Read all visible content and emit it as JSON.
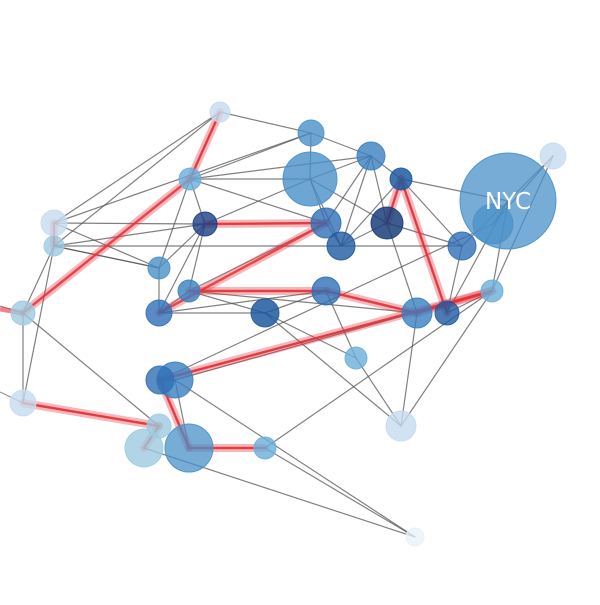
{
  "network": {
    "highlight_color": "#e8313a",
    "edge_color": "#555555",
    "node_label": "NYC",
    "nodes": [
      {
        "id": "n1"
      },
      {
        "id": "n2"
      },
      {
        "id": "n3"
      },
      {
        "id": "n4"
      },
      {
        "id": "n5"
      },
      {
        "id": "n6"
      },
      {
        "id": "n7"
      },
      {
        "id": "n8"
      },
      {
        "id": "n9"
      },
      {
        "id": "n10"
      },
      {
        "id": "n11"
      },
      {
        "id": "n12"
      },
      {
        "id": "n13"
      },
      {
        "id": "n14"
      },
      {
        "id": "n15"
      },
      {
        "id": "n16"
      },
      {
        "id": "n17"
      },
      {
        "id": "n18"
      },
      {
        "id": "n19"
      },
      {
        "id": "n20"
      },
      {
        "id": "n21"
      },
      {
        "id": "n22"
      },
      {
        "id": "n23"
      },
      {
        "id": "n24"
      },
      {
        "id": "n25"
      },
      {
        "id": "n26"
      },
      {
        "id": "n27"
      },
      {
        "id": "n28"
      },
      {
        "id": "n29"
      },
      {
        "id": "n30"
      },
      {
        "id": "n31"
      },
      {
        "id": "n32"
      },
      {
        "id": "n33"
      },
      {
        "id": "n34"
      },
      {
        "id": "n35"
      }
    ],
    "edges": [
      [
        "n1",
        "n2"
      ],
      [
        "n1",
        "n4"
      ],
      [
        "n1",
        "n5"
      ],
      [
        "n1",
        "n3"
      ],
      [
        "n2",
        "n3"
      ],
      [
        "n2",
        "n4"
      ],
      [
        "n2",
        "n7"
      ],
      [
        "n2",
        "n6"
      ],
      [
        "n3",
        "n6"
      ],
      [
        "n3",
        "n7"
      ],
      [
        "n3",
        "n8"
      ],
      [
        "n3",
        "n9"
      ],
      [
        "n3",
        "n10"
      ],
      [
        "n4",
        "n5"
      ],
      [
        "n4",
        "n10"
      ],
      [
        "n4",
        "n8"
      ],
      [
        "n5",
        "n11"
      ],
      [
        "n5",
        "n10"
      ],
      [
        "n5",
        "n8"
      ],
      [
        "n5",
        "n25"
      ],
      [
        "n5",
        "n26"
      ],
      [
        "n6",
        "n7"
      ],
      [
        "n6",
        "n8"
      ],
      [
        "n6",
        "n9"
      ],
      [
        "n6",
        "n11"
      ],
      [
        "n6",
        "n12"
      ],
      [
        "n7",
        "n9"
      ],
      [
        "n7",
        "n11"
      ],
      [
        "n7",
        "n13"
      ],
      [
        "n7",
        "n12"
      ],
      [
        "n8",
        "n15"
      ],
      [
        "n8",
        "n16"
      ],
      [
        "n8",
        "n9"
      ],
      [
        "n8",
        "n10"
      ],
      [
        "n9",
        "n15"
      ],
      [
        "n9",
        "n11"
      ],
      [
        "n10",
        "n16"
      ],
      [
        "n10",
        "n5"
      ],
      [
        "n11",
        "n13"
      ],
      [
        "n11",
        "n14"
      ],
      [
        "n11",
        "n12"
      ],
      [
        "n12",
        "n13"
      ],
      [
        "n12",
        "n14"
      ],
      [
        "n13",
        "n18"
      ],
      [
        "n13",
        "n17"
      ],
      [
        "n13",
        "n14"
      ],
      [
        "n14",
        "n17"
      ],
      [
        "n14",
        "n18"
      ],
      [
        "n15",
        "n16"
      ],
      [
        "n15",
        "n19"
      ],
      [
        "n15",
        "n20"
      ],
      [
        "n15",
        "n21"
      ],
      [
        "n16",
        "n20"
      ],
      [
        "n16",
        "n19"
      ],
      [
        "n17",
        "n18"
      ],
      [
        "n17",
        "n22"
      ],
      [
        "n18",
        "n22"
      ],
      [
        "n18",
        "n23"
      ],
      [
        "n18",
        "n24"
      ],
      [
        "n19",
        "n20"
      ],
      [
        "n19",
        "n27"
      ],
      [
        "n19",
        "n28"
      ],
      [
        "n20",
        "n27"
      ],
      [
        "n20",
        "n21"
      ],
      [
        "n21",
        "n28"
      ],
      [
        "n21",
        "n22"
      ],
      [
        "n21",
        "n12"
      ],
      [
        "n22",
        "n23"
      ],
      [
        "n22",
        "n29"
      ],
      [
        "n22",
        "n30"
      ],
      [
        "n23",
        "n24"
      ],
      [
        "n24",
        "n30"
      ],
      [
        "n25",
        "n26"
      ],
      [
        "n25",
        "n31"
      ],
      [
        "n26",
        "n31"
      ],
      [
        "n27",
        "n28"
      ],
      [
        "n28",
        "n22"
      ],
      [
        "n29",
        "n30"
      ],
      [
        "n29",
        "n32"
      ],
      [
        "n30",
        "n32"
      ],
      [
        "n31",
        "n33"
      ],
      [
        "n32",
        "n34"
      ],
      [
        "n33",
        "n35"
      ],
      [
        "n34",
        "n35"
      ],
      [
        "n34",
        "n22"
      ],
      [
        "n35",
        "n29"
      ]
    ],
    "highlighted_edges": [
      [
        "n25",
        "n3"
      ],
      [
        "n26",
        "n31"
      ],
      [
        "n31",
        "n33"
      ],
      [
        "n3",
        "n1"
      ],
      [
        "n4",
        "n5"
      ],
      [
        "n8",
        "n9"
      ],
      [
        "n9",
        "n16"
      ],
      [
        "n12",
        "n13"
      ],
      [
        "n13",
        "n17"
      ],
      [
        "n15",
        "n20"
      ],
      [
        "n20",
        "n21"
      ],
      [
        "n21",
        "n22"
      ],
      [
        "n22",
        "n30"
      ],
      [
        "n30",
        "n32"
      ],
      [
        "n32",
        "n34"
      ]
    ]
  }
}
